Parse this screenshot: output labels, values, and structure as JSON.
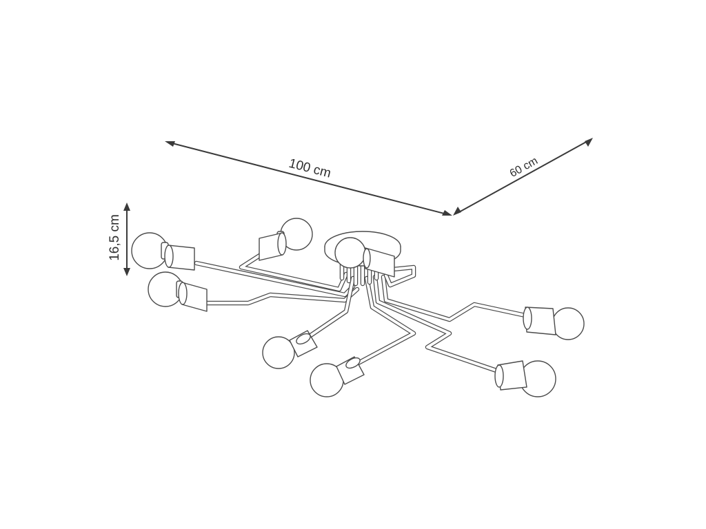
{
  "dimensions": {
    "width": "100 cm",
    "depth": "60 cm",
    "height": "16,5 cm"
  },
  "product": {
    "arm_count": 8,
    "colors": {
      "line": "#4a4a4a",
      "dimension": "#3a3a3a",
      "fill": "#ffffff"
    }
  }
}
